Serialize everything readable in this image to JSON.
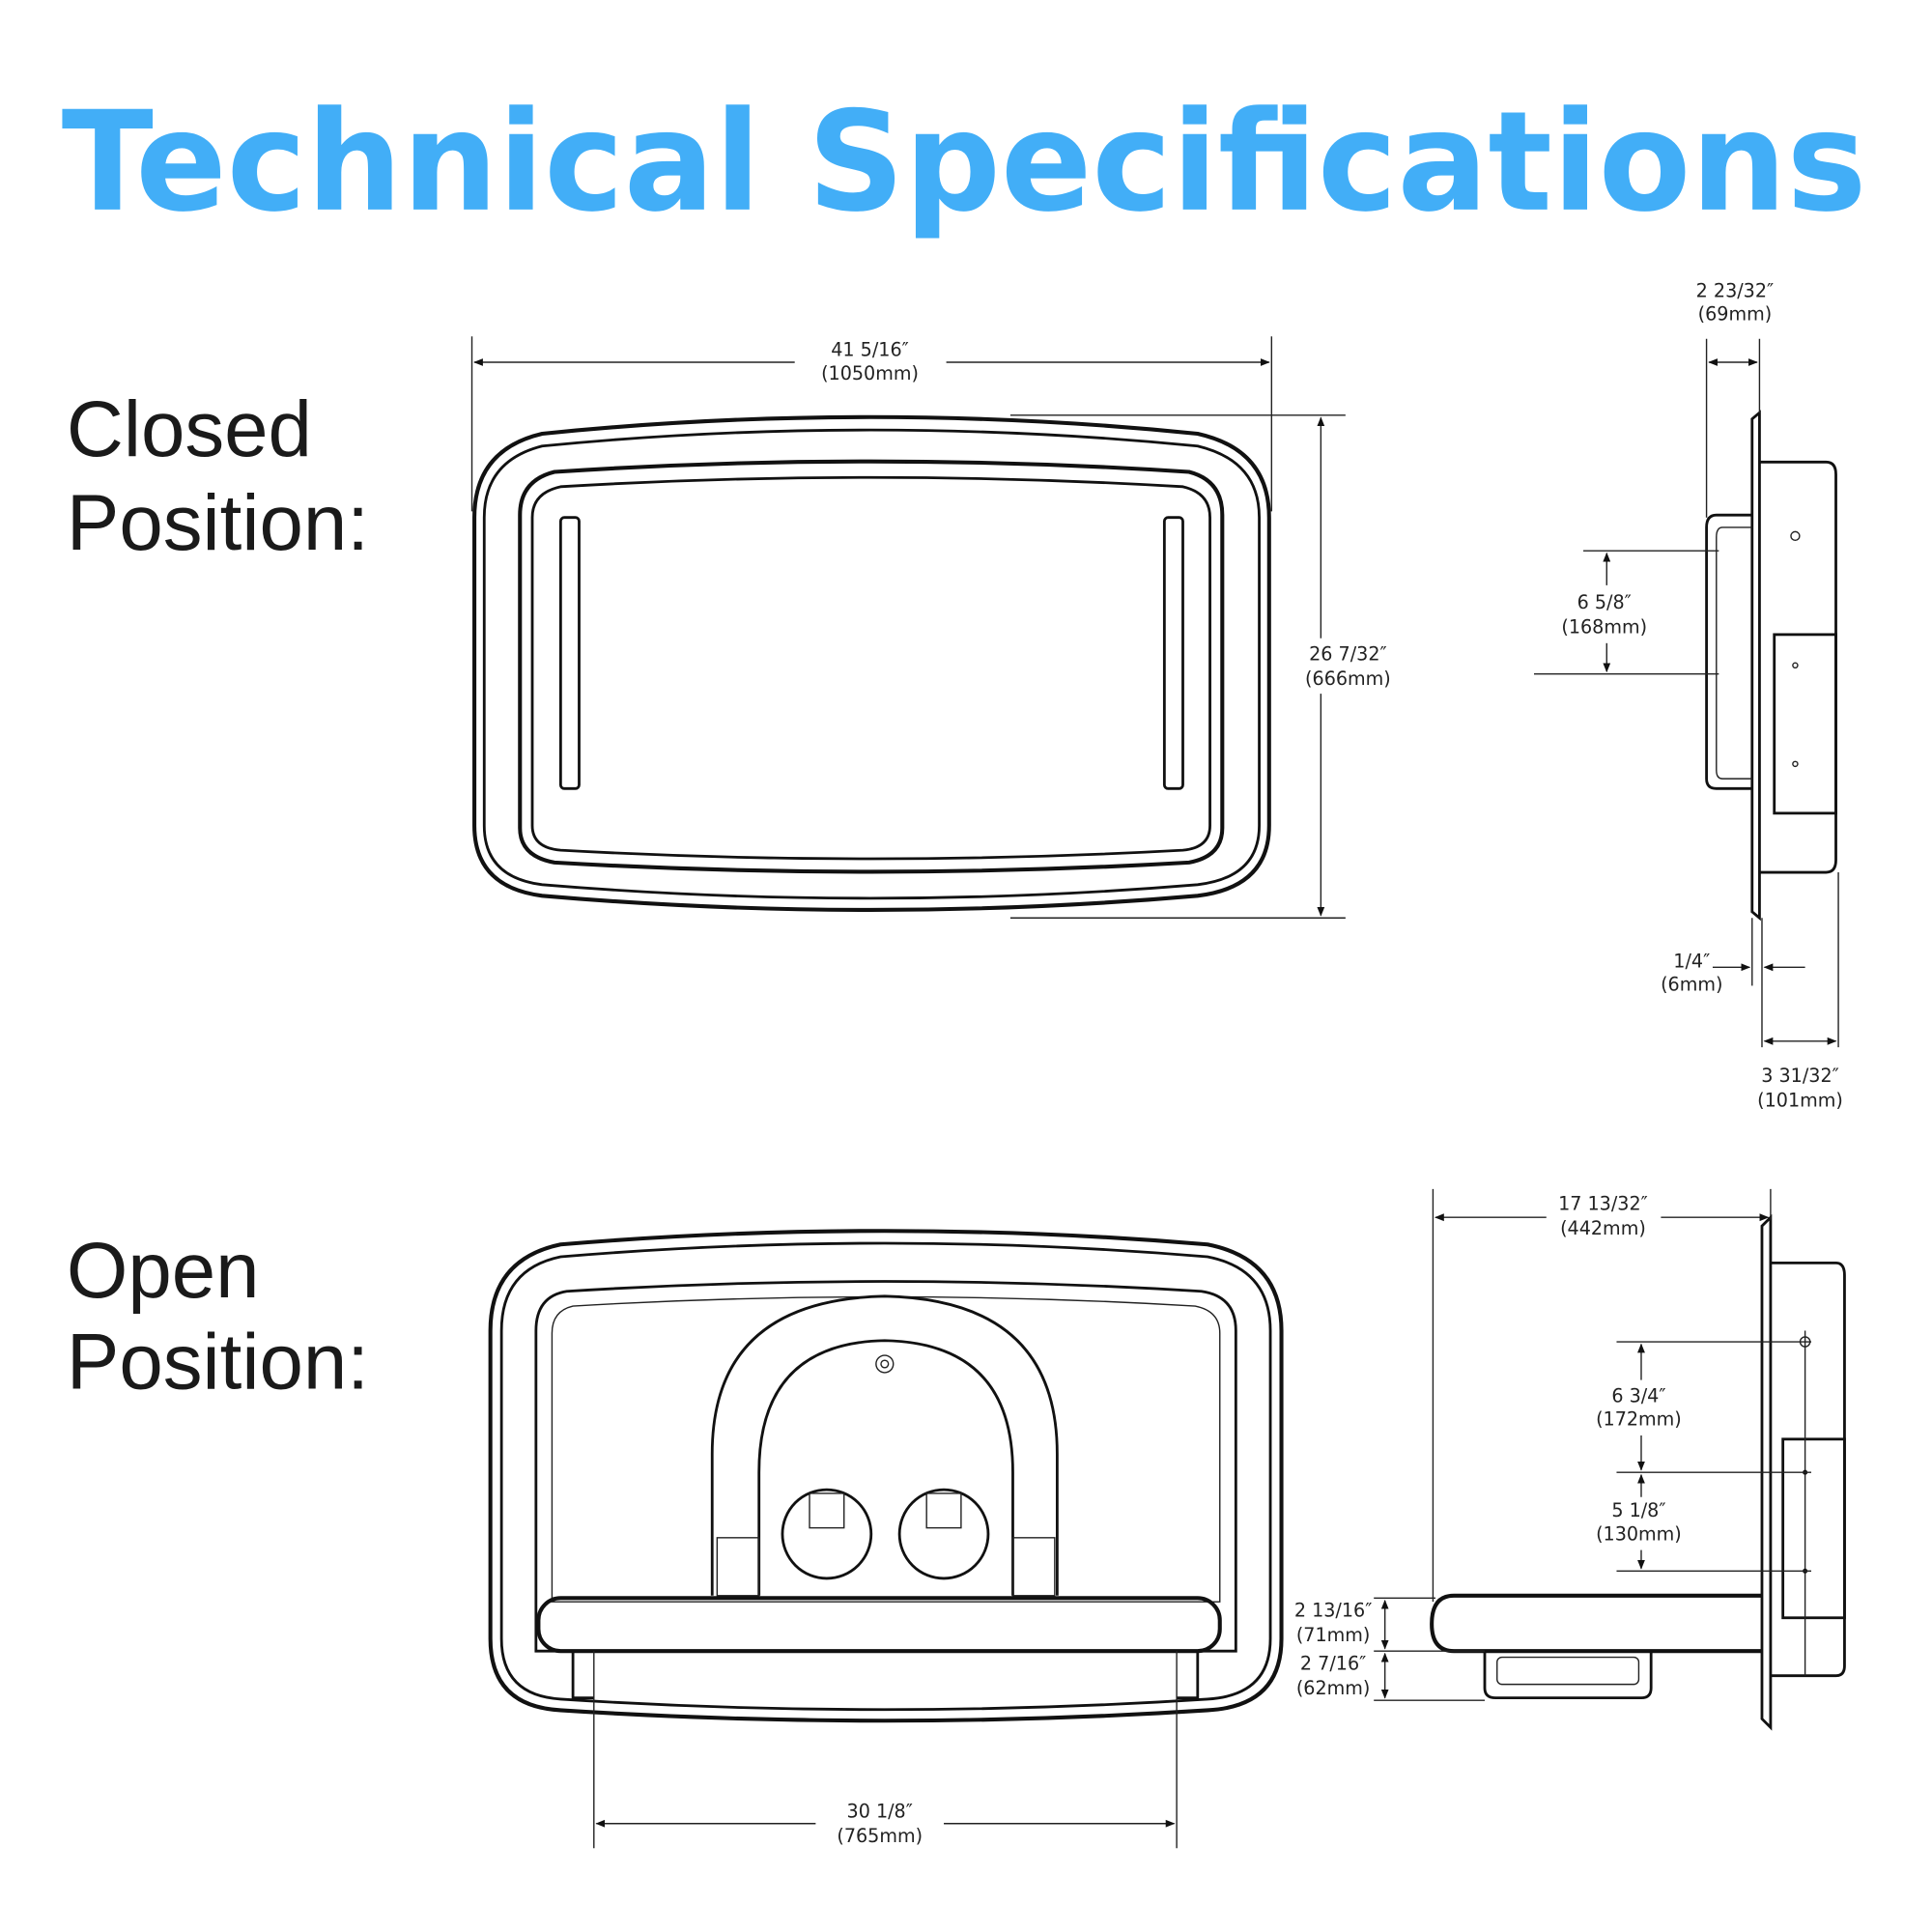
{
  "title": "Technical Specifications",
  "colors": {
    "title": "#42aef7",
    "line": "#111111"
  },
  "closed": {
    "label_line1": "Closed",
    "label_line2": "Position:",
    "width": {
      "in": "41 5/16″",
      "mm": "(1050mm)"
    },
    "height": {
      "in": "26 7/32″",
      "mm": "(666mm)"
    },
    "side_depth_top": {
      "in": "2 23/32″",
      "mm": "(69mm)"
    },
    "handle_height": {
      "in": "6 5/8″",
      "mm": "(168mm)"
    },
    "flange": {
      "in": "1/4″",
      "mm": "(6mm)"
    },
    "total_depth": {
      "in": "3 31/32″",
      "mm": "(101mm)"
    }
  },
  "open": {
    "label_line1": "Open",
    "label_line2": "Position:",
    "tray_width": {
      "in": "30 1/8″",
      "mm": "(765mm)"
    },
    "extension": {
      "in": "17 13/32″",
      "mm": "(442mm)"
    },
    "upper_spacing": {
      "in": "6 3/4″",
      "mm": "(172mm)"
    },
    "lower_spacing": {
      "in": "5 1/8″",
      "mm": "(130mm)"
    },
    "tray_thickness": {
      "in": "2 13/16″",
      "mm": "(71mm)"
    },
    "under_tray": {
      "in": "2 7/16″",
      "mm": "(62mm)"
    }
  }
}
